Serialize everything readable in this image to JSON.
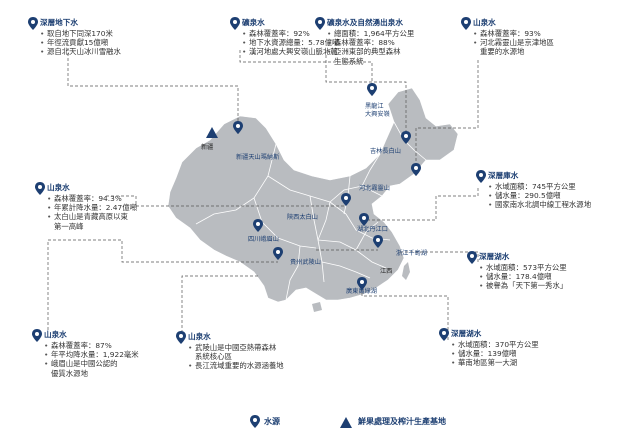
{
  "cards": [
    {
      "title": "深層地下水",
      "lines": [
        "取自地下同深170米",
        "年徑流貢獻15億噸",
        "源自北天山冰川雪融水"
      ]
    },
    {
      "title": "礦泉水",
      "lines": [
        "森林覆蓋率：92%",
        "地下水資源總量：5.78億噸",
        "漢河地處大興安嶺山脈北麓"
      ]
    },
    {
      "title": "礦泉水及自然湧出泉水",
      "lines": [
        "總面積：1,964平方公里",
        "森林覆蓋率：88%",
        "亞洲東部的典型森林",
        "生態系統"
      ]
    },
    {
      "title": "山泉水",
      "lines": [
        "森林覆蓋率：93%",
        "河北霧靈山是京津地區",
        "重要的水源地"
      ]
    },
    {
      "title": "山泉水",
      "lines": [
        "森林覆蓋率：94.3%",
        "年累計降水量：2.47億噸",
        "太白山是青藏高原以東",
        "第一高峰"
      ]
    },
    {
      "title": "深層庫水",
      "lines": [
        "水域面積：745平方公里",
        "儲水量：290.5億噸",
        "國家南水北調中線工程水源地"
      ]
    },
    {
      "title": "深層湖水",
      "lines": [
        "水域面積：573平方公里",
        "儲水量：178.4億噸",
        "被譽為「天下第一秀水」"
      ]
    },
    {
      "title": "山泉水",
      "lines": [
        "森林覆蓋率：87%",
        "年平均降水量：1,922毫米",
        "峨眉山是中國公認的",
        "優質水源地"
      ]
    },
    {
      "title": "山泉水",
      "lines": [
        "武陵山是中國亞熱帶森林",
        "系統核心區",
        "長江流域重要的水源涵養地"
      ]
    },
    {
      "title": "深層湖水",
      "lines": [
        "水域面積：370平方公里",
        "儲水量：139億噸",
        "華南地區第一大湖"
      ]
    }
  ],
  "map_labels": {
    "xinjiang": "新疆",
    "tianshan": "新疆天山瑪納斯",
    "daxinganling": "黑龍江\n大興安嶺",
    "changbai": "吉林長白山",
    "wuling_hebei": "河北霧靈山",
    "taibai": "陝西太白山",
    "danjiangkou": "湖北丹江口",
    "emei": "四川峨眉山",
    "qiandao": "浙江千島湖",
    "wuling_guizhou": "貴州武陵山",
    "jiangxi": "江西",
    "wanlu": "廣東萬綠湖"
  },
  "legend": {
    "water_source": "水源",
    "base": "鮮果處理及榨汁生產基地"
  },
  "colors": {
    "map_fill": "#b9bcc0",
    "accent": "#1d3f72",
    "leader_line": "#555555"
  }
}
